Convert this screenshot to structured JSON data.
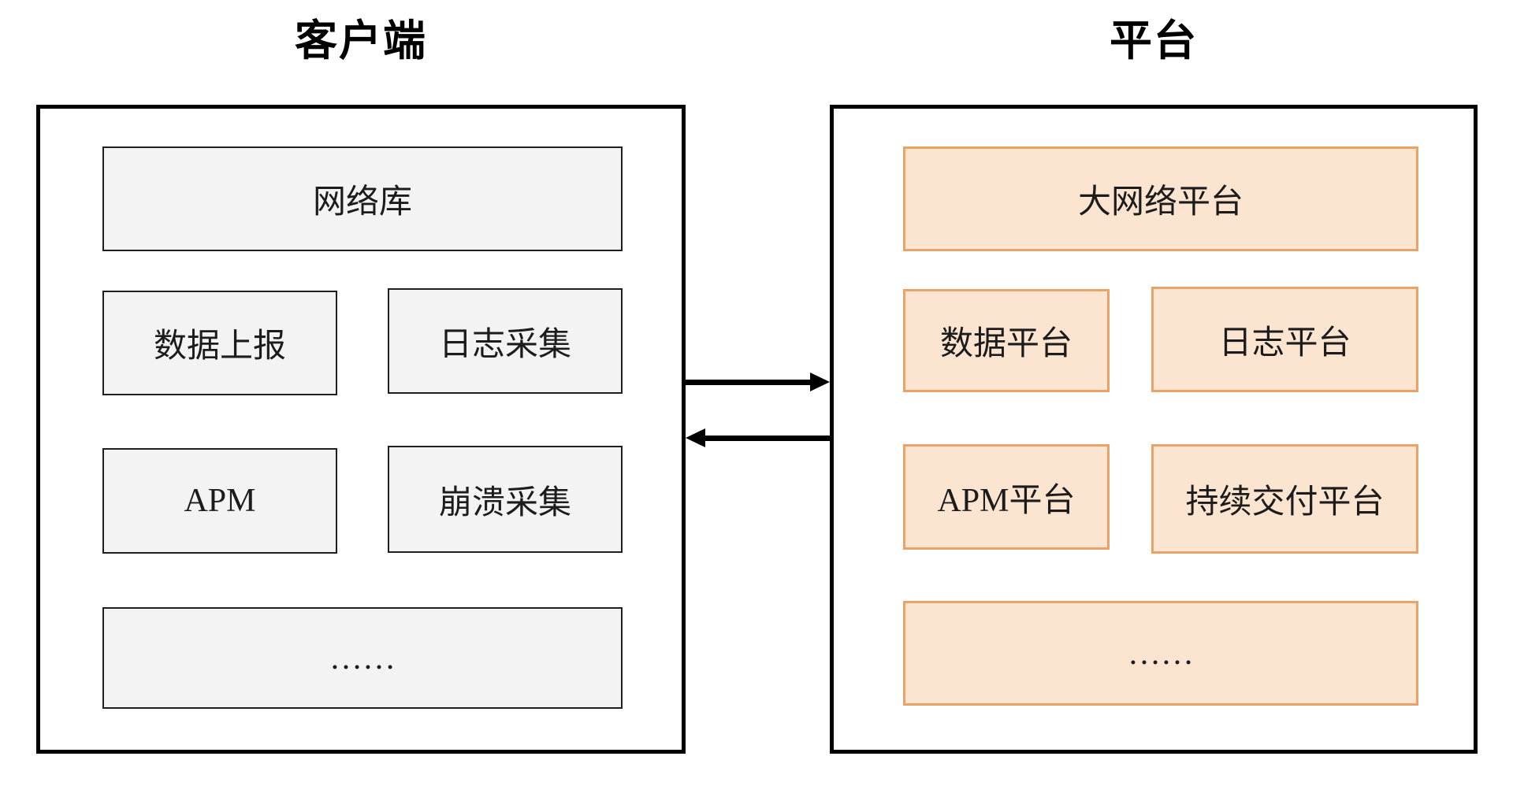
{
  "client": {
    "title": "客户端",
    "boxes": {
      "network_lib": "网络库",
      "data_report": "数据上报",
      "log_collect": "日志采集",
      "apm": "APM",
      "crash_collect": "崩溃采集",
      "more": "……"
    }
  },
  "platform": {
    "title": "平台",
    "boxes": {
      "big_network": "大网络平台",
      "data": "数据平台",
      "log": "日志平台",
      "apm": "APM平台",
      "continuous_delivery": "持续交付平台",
      "more": "……"
    }
  },
  "colors": {
    "panel_border": "#000000",
    "client_box_fill": "#f3f3f3",
    "client_box_border": "#1f1f1f",
    "platform_box_fill": "#fce5d0",
    "platform_box_border": "#e9a368",
    "arrow": "#000000",
    "text": "#1c1c1c"
  }
}
